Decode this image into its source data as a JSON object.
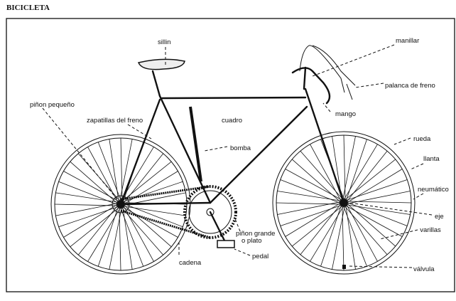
{
  "title": "BICICLETA",
  "labels": {
    "sillin": "sillin",
    "manillar": "manillar",
    "palanca_freno": "palanca de freno",
    "mango": "mango",
    "pinon_pequeno": "piñon pequeño",
    "zapatillas": "zapatillas del freno",
    "cuadro": "cuadro",
    "rueda": "rueda",
    "bomba": "bomba",
    "llanta": "llanta",
    "neumatico": "neumático",
    "eje": "eje",
    "varillas": "varillas",
    "pinon_grande_1": "piñon grande",
    "pinon_grande_2": "o plato",
    "pedal": "pedal",
    "cadena": "cadena",
    "valvula": "válvula"
  }
}
